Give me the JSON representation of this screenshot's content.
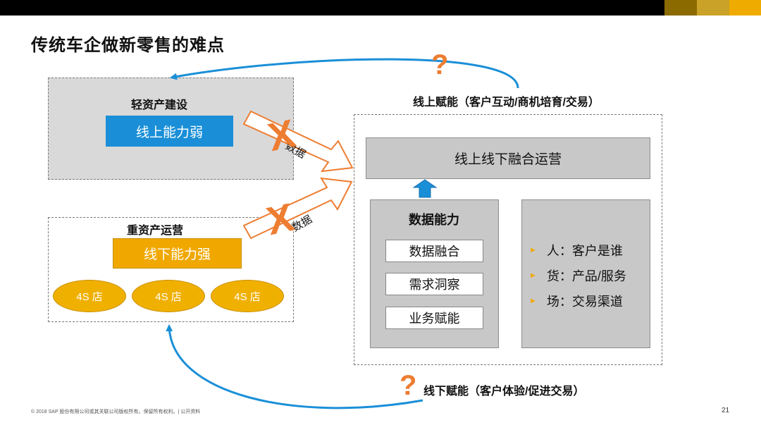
{
  "title": "传统车企做新零售的难点",
  "colors": {
    "accent_orange": "#ED7D31",
    "blue": "#1A8FD8",
    "yellow": "#F0A800",
    "topbar_gold_dark": "#8B6A00",
    "topbar_gold": "#C9A227",
    "topbar_yellow": "#F0AB00"
  },
  "light_asset": {
    "heading": "轻资产建设",
    "box": "线上能力弱"
  },
  "heavy_asset": {
    "heading": "重资产运营",
    "box": "线下能力强",
    "stores": [
      "4S 店",
      "4S 店",
      "4S 店"
    ]
  },
  "arrows": {
    "upper_label": "数据",
    "lower_label": "数据",
    "x_mark": "X"
  },
  "online_caption": "线上赋能（客户互动/商机培育/交易）",
  "offline_caption": "线下赋能（客户体验/促进交易）",
  "question_mark": "?",
  "right_panel": {
    "fusion": "线上线下融合运营",
    "data_ability": {
      "heading": "数据能力",
      "items": [
        "数据融合",
        "需求洞察",
        "业务赋能"
      ]
    },
    "bullets": [
      "人：客户是谁",
      "货：产品/服务",
      "场：交易渠道"
    ]
  },
  "footer": "© 2018 SAP 股份有限公司或其关联公司版权所有。保留所有权利。| 公开资料",
  "page_number": "21"
}
